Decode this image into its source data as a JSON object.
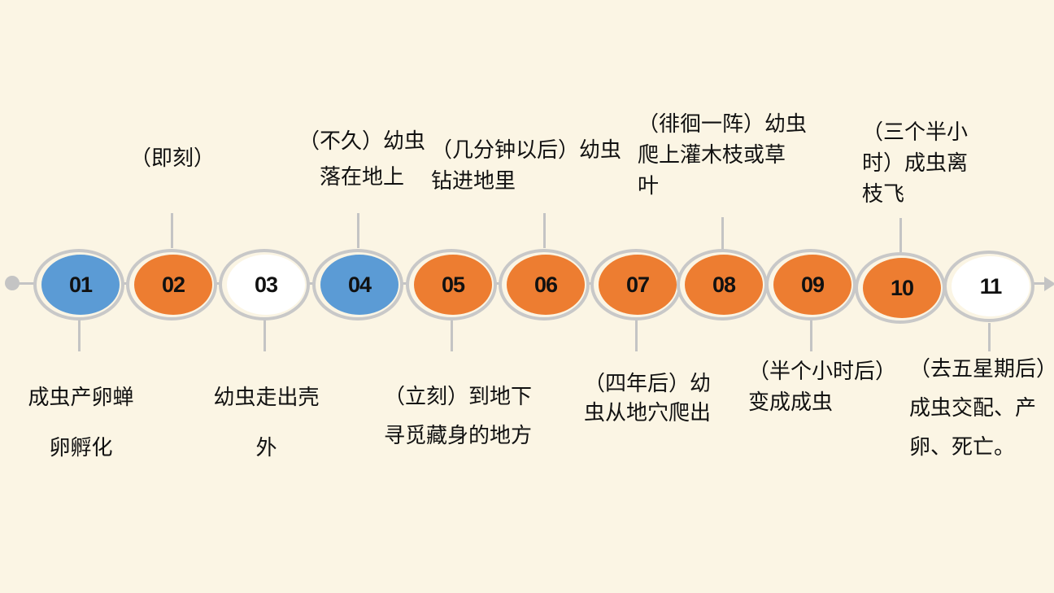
{
  "colors": {
    "background": "#fbf5e4",
    "blue": "#5b9bd5",
    "orange": "#ed7d31",
    "white": "#ffffff",
    "line": "#c4c4c4"
  },
  "steps": [
    {
      "number": "01",
      "color": "#5b9bd5",
      "label": "成虫产卵蝉\n卵孵化",
      "side": "below"
    },
    {
      "number": "02",
      "color": "#ed7d31",
      "label": "（即刻）",
      "side": "above"
    },
    {
      "number": "03",
      "color": "#ffffff",
      "label": "幼虫走出壳\n外",
      "side": "below"
    },
    {
      "number": "04",
      "color": "#5b9bd5",
      "label": "（不久）幼虫\n落在地上",
      "side": "above"
    },
    {
      "number": "05",
      "color": "#ed7d31",
      "label": "（立刻）到地下\n寻觅藏身的地方",
      "side": "below"
    },
    {
      "number": "06",
      "color": "#ed7d31",
      "label": "（几分钟以后）幼虫\n钻进地里",
      "side": "above"
    },
    {
      "number": "07",
      "color": "#ed7d31",
      "label": "（四年后）幼\n虫从地穴爬出",
      "side": "below"
    },
    {
      "number": "08",
      "color": "#ed7d31",
      "label": "（徘徊一阵）幼虫\n爬上灌木枝或草\n叶",
      "side": "above"
    },
    {
      "number": "09",
      "color": "#ed7d31",
      "label": "（半个小时后）\n变成成虫",
      "side": "below"
    },
    {
      "number": "10",
      "color": "#ed7d31",
      "label": "（三个半小\n时）成虫离\n枝飞",
      "side": "above"
    },
    {
      "number": "11",
      "color": "#ffffff",
      "label": "（去五星期后）\n成虫交配、产\n卵、死亡。",
      "side": "below"
    }
  ]
}
